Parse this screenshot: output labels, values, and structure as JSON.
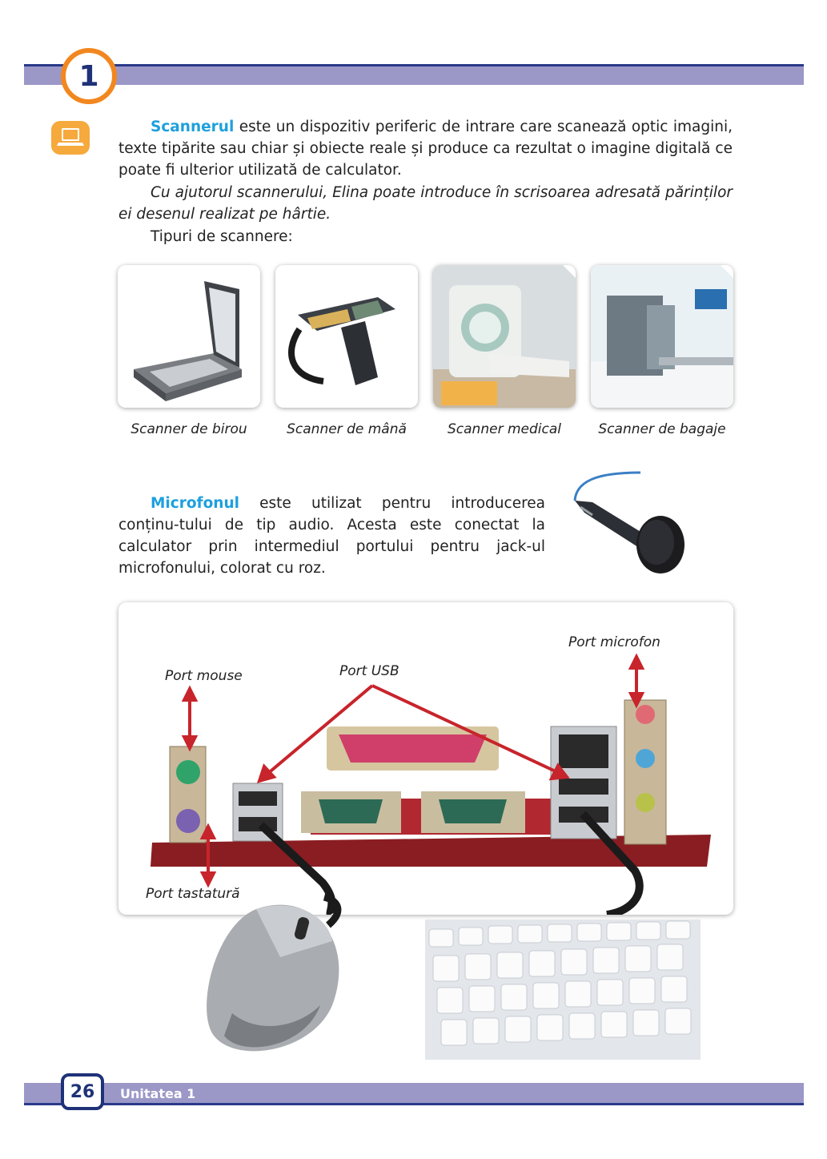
{
  "header": {
    "unit_number": "1"
  },
  "scanner_section": {
    "keyword": "Scannerul",
    "definition": " este un dispozitiv periferic de intrare care scanează optic imagini, texte tipărite sau chiar și obiecte reale și produce ca rezultat o imagine digitală ce poate fi ulterior utilizată de calculator.",
    "example": "Cu ajutorul scannerului, Elina poate introduce în scrisoarea adresată părinților ei desenul realizat pe hârtie.",
    "types_intro": "Tipuri de scannere:",
    "types": [
      {
        "caption": "Scanner de birou",
        "icon": "flatbed-scanner-icon"
      },
      {
        "caption": "Scanner de mână",
        "icon": "handheld-scanner-icon"
      },
      {
        "caption": "Scanner medical",
        "icon": "mri-scanner-icon"
      },
      {
        "caption": "Scanner de bagaje",
        "icon": "baggage-scanner-icon"
      }
    ]
  },
  "microphone_section": {
    "keyword": "Microfonul",
    "text": " este utilizat pentru introducerea conținu-tului de tip audio. Acesta este conectat la calculator prin intermediul portului pentru jack-ul microfonului, colorat cu roz."
  },
  "ports_diagram": {
    "labels": {
      "mouse": "Port  mouse",
      "usb": "Port  USB",
      "microphone": "Port  microfon",
      "keyboard": "Port  tastatură"
    }
  },
  "footer": {
    "page_number": "26",
    "unit_label": "Unitatea 1"
  },
  "colors": {
    "accent_blue": "#1ea0dc",
    "band": "#9b98c8",
    "navy": "#1f3278",
    "orange": "#f2871f",
    "arrow_red": "#c8242b"
  }
}
